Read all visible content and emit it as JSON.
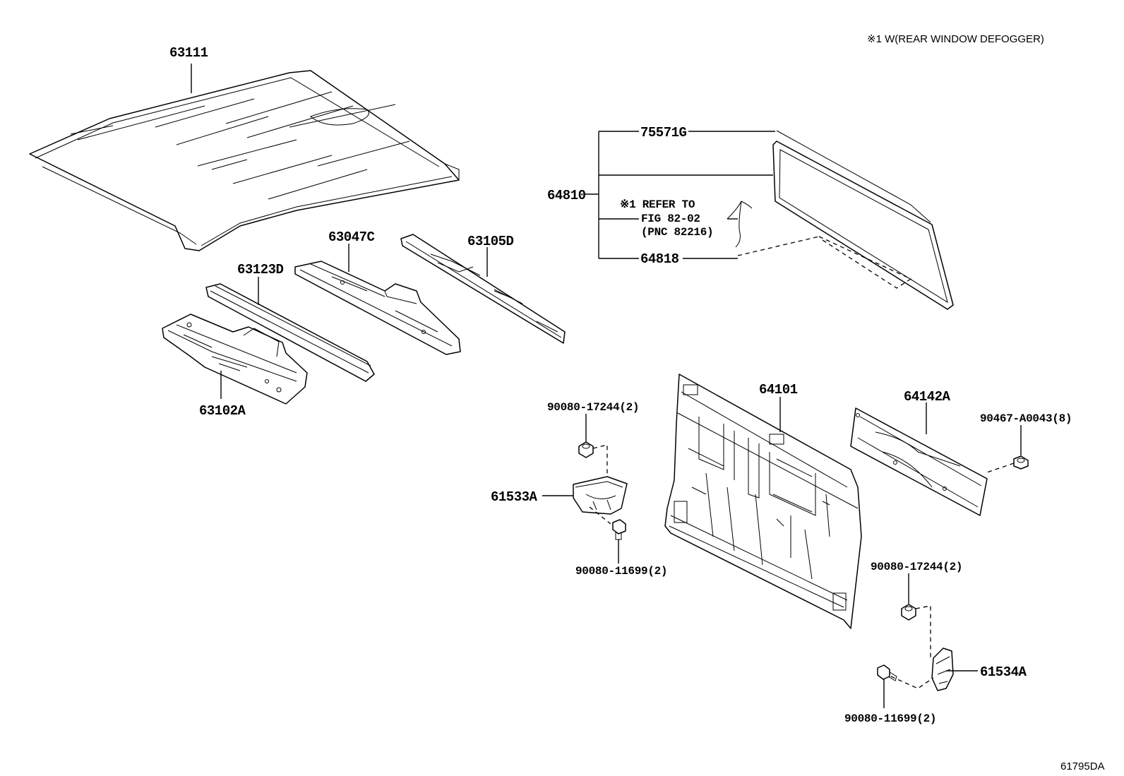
{
  "header_note": "※1 W(REAR WINDOW DEFOGGER)",
  "figure_id": "61795DA",
  "parts": {
    "roof_panel": "63111",
    "roof_header_front": "63102A",
    "roof_bow_1": "63123D",
    "roof_bow_2": "63047C",
    "roof_bow_rear": "63105D",
    "back_window_glass_moulding": "75571G",
    "back_window_glass": "64810",
    "back_window_ref_1": "※1 REFER TO",
    "back_window_ref_2": "FIG 82-02",
    "back_window_ref_3": "(PNC 82216)",
    "back_window_stopper": "64818",
    "back_panel": "64101",
    "back_panel_reinforcement": "64142A",
    "clip": "90467-A0043(8)",
    "nut_left": "90080-17244(2)",
    "bracket_left": "61533A",
    "bolt_left": "90080-11699(2)",
    "nut_right": "90080-17244(2)",
    "bracket_right": "61534A",
    "bolt_right": "90080-11699(2)"
  }
}
